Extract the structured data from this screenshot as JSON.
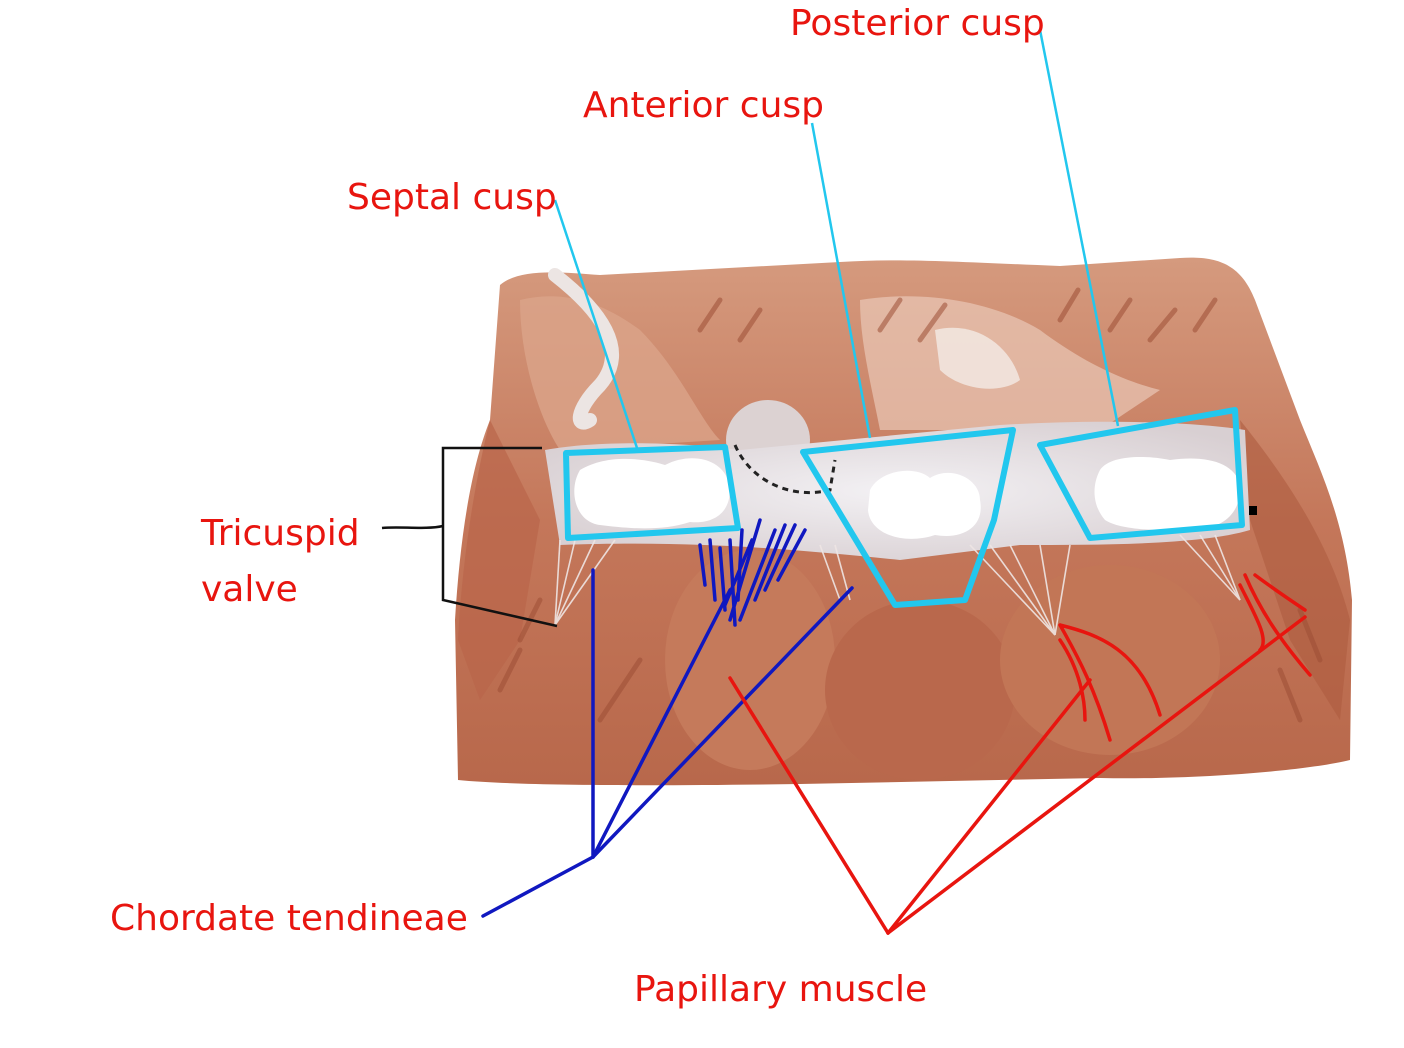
{
  "labels": {
    "posterior_cusp": "Posterior cusp",
    "anterior_cusp": "Anterior cusp",
    "septal_cusp": "Septal cusp",
    "tricuspid_line1": "Tricuspid",
    "tricuspid_line2": "valve",
    "chordae_tendineae": "Chordate tendineae",
    "papillary_muscle": "Papillary muscle"
  },
  "colors": {
    "label_text": "#e8150f",
    "cusp_outline": "#22c7ee",
    "chordae_pointer": "#1018c0",
    "papillary_pointer": "#e8150f",
    "bracket": "#111111",
    "tissue_base": "#c77b5c",
    "valve_tissue": "#e4e2e6"
  }
}
